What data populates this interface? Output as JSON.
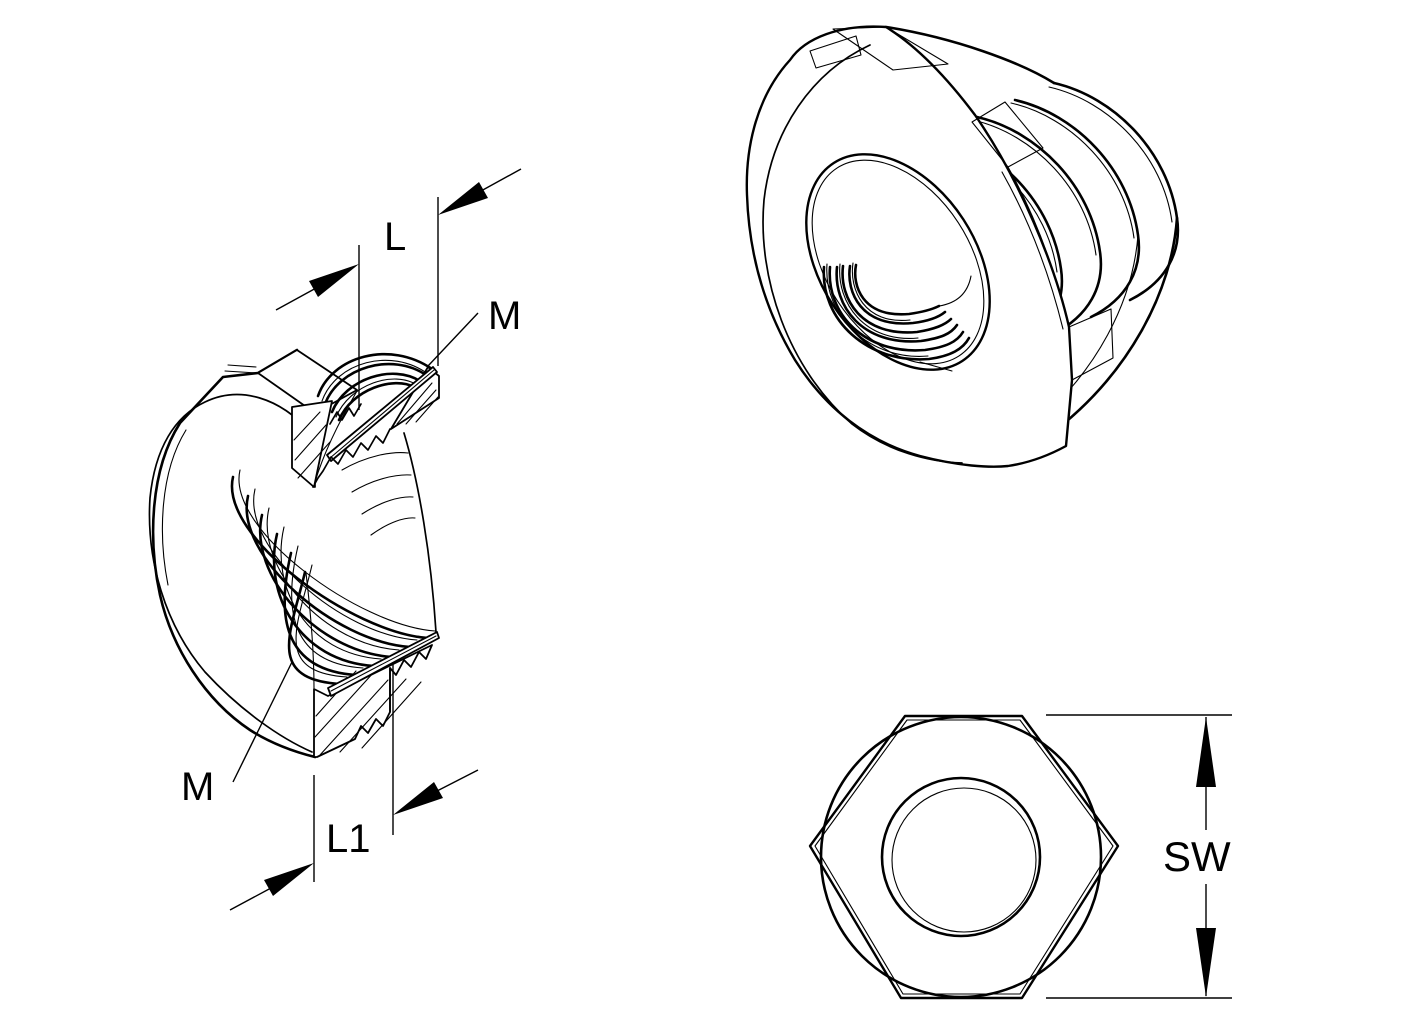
{
  "diagram": {
    "background_color": "#ffffff",
    "line_color": "#000000",
    "dimension_labels": {
      "l": "L",
      "m_upper": "M",
      "m_lower": "M",
      "l1": "L1",
      "sw": "SW"
    }
  }
}
